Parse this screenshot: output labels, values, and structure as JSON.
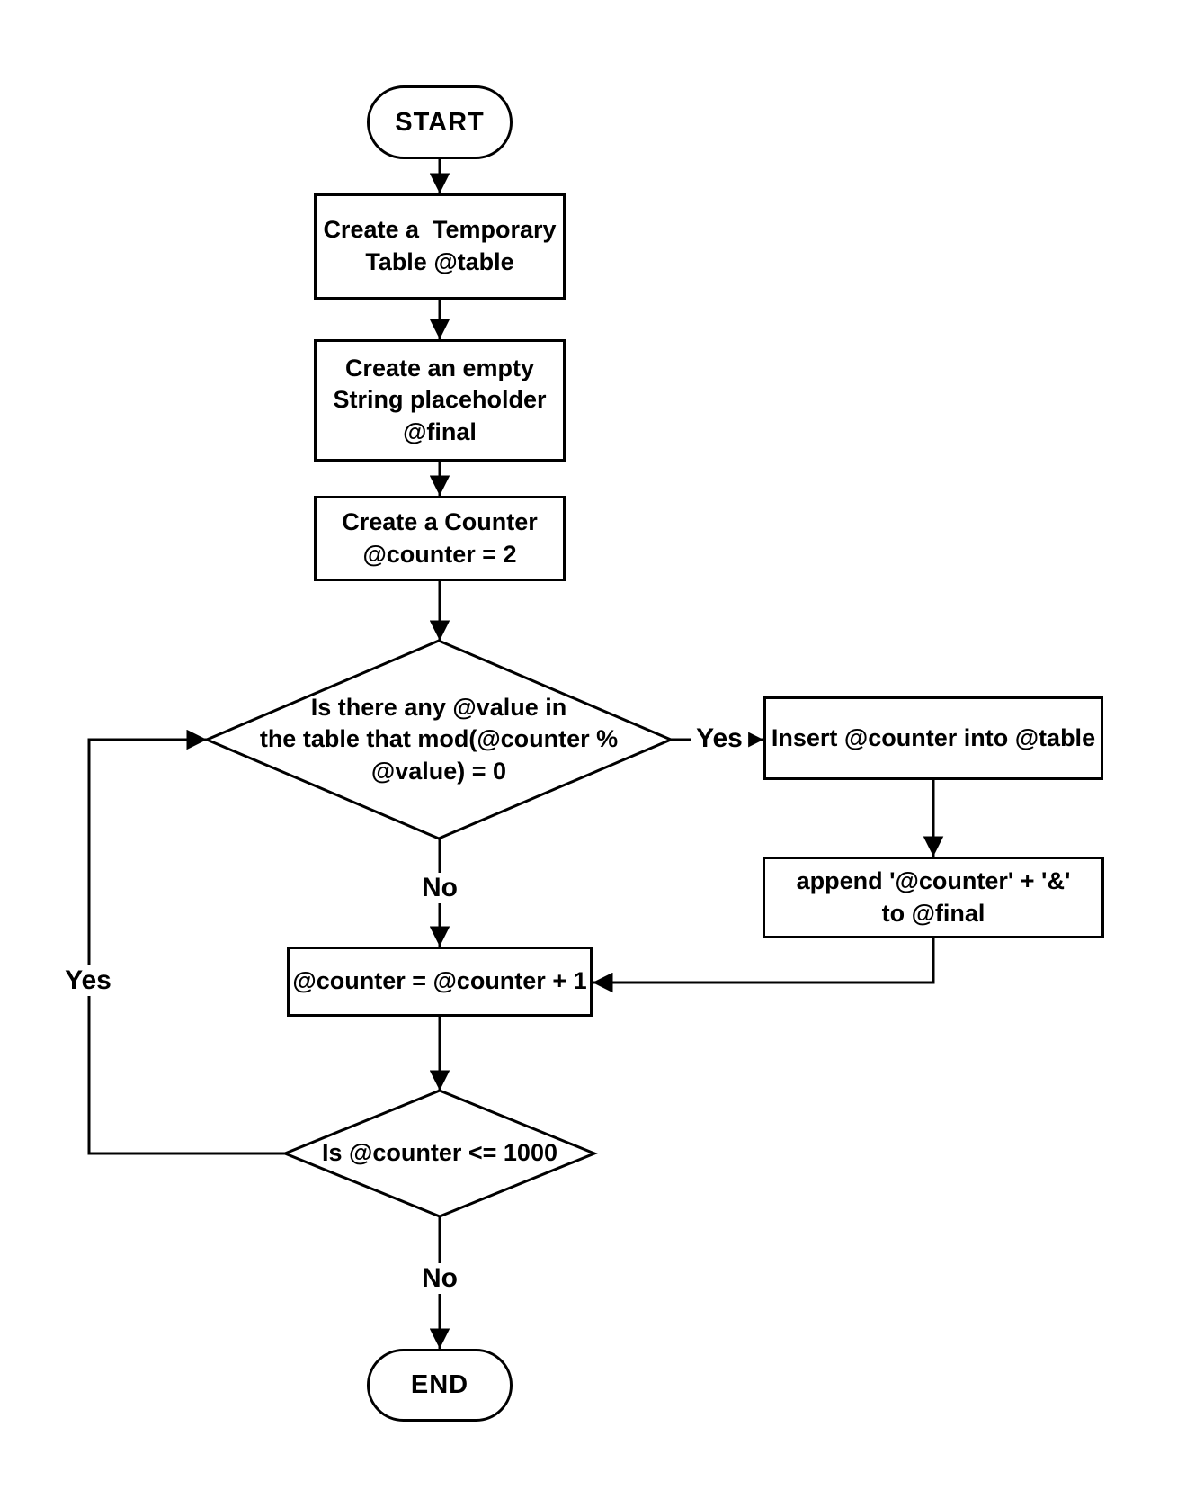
{
  "flowchart": {
    "background": "#ffffff",
    "stroke": "#000000",
    "text_color": "#000000",
    "nodes": {
      "start": {
        "type": "terminator",
        "label": "START"
      },
      "create_table": {
        "type": "process",
        "label": "Create a  Temporary\nTable @table"
      },
      "create_placeholder": {
        "type": "process",
        "label": "Create an empty\nString placeholder\n@final"
      },
      "create_counter": {
        "type": "process",
        "label": "Create a Counter\n@counter = 2"
      },
      "mod_check": {
        "type": "decision",
        "label": "Is there any @value in\nthe table that mod(@counter %\n@value) = 0"
      },
      "insert_counter": {
        "type": "process",
        "label": "Insert @counter into @table"
      },
      "append_final": {
        "type": "process",
        "label": "append '@counter' + '&'\nto @final"
      },
      "increment_counter": {
        "type": "process",
        "label": "@counter = @counter + 1"
      },
      "loop_check": {
        "type": "decision",
        "label": "Is @counter <= 1000"
      },
      "end": {
        "type": "terminator",
        "label": "END"
      }
    },
    "edge_labels": {
      "mod_check_yes": "Yes",
      "mod_check_no": "No",
      "loop_check_yes": "Yes",
      "loop_check_no": "No"
    }
  }
}
